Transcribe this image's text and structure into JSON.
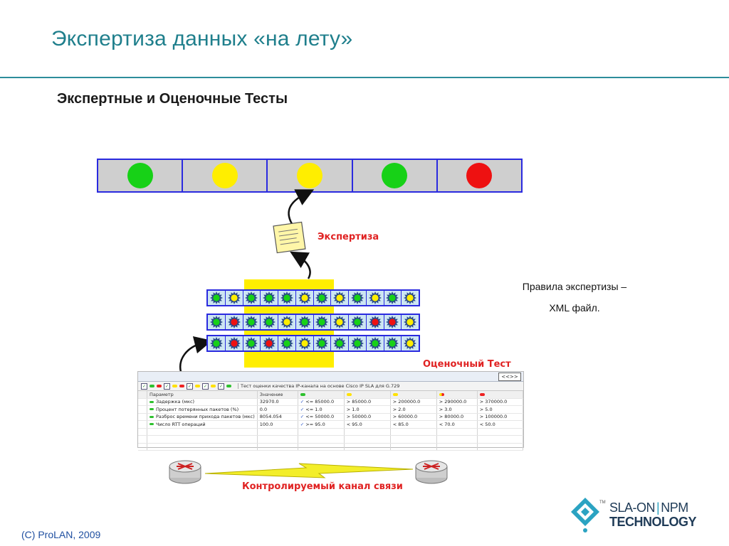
{
  "slide": {
    "title": "Экспертиза данных «на лету»",
    "subtitle": "Экспертные и Оценочные Тесты",
    "footer": "(C) ProLAN, 2009"
  },
  "diagram": {
    "traffic_lights": [
      "green",
      "yellow",
      "yellow",
      "green",
      "red"
    ],
    "expertise_label": "Экспертиза",
    "assessment_label": "Оценочный Тест",
    "channel_label": "Контролируемый канал связи",
    "matrix_rows": [
      [
        "green",
        "yellow",
        "green",
        "green",
        "green",
        "yellow",
        "green",
        "yellow",
        "green",
        "yellow",
        "green",
        "yellow"
      ],
      [
        "green",
        "red",
        "green",
        "green",
        "yellow",
        "green",
        "green",
        "yellow",
        "green",
        "red",
        "red",
        "yellow"
      ],
      [
        "green",
        "red",
        "green",
        "red",
        "green",
        "yellow",
        "green",
        "green",
        "green",
        "green",
        "green",
        "yellow"
      ]
    ]
  },
  "rules_note": {
    "line1": "Правила экспертизы  –",
    "line2": "XML файл."
  },
  "screenshot": {
    "scroll_label": "<<>>",
    "tab_title": "Тест оценки качества IP-канала на основе Cisco IP SLA для G.729",
    "columns": [
      "Параметр",
      "Значение",
      "",
      "",
      "",
      "",
      "",
      ""
    ],
    "column_colors": [
      "",
      "",
      "green",
      "yellow",
      "yellow",
      "yellow-red",
      "red",
      ""
    ],
    "rows": [
      {
        "param": "Задержка (мкс)",
        "value": "32970.0",
        "c1": "<= 85000.0",
        "c2": "> 85000.0",
        "c3": "> 200000.0",
        "c4": "> 290000.0",
        "c5": "> 370000.0"
      },
      {
        "param": "Процент потерянных пакетов (%)",
        "value": "0.0",
        "c1": "<= 1.0",
        "c2": "> 1.0",
        "c3": "> 2.0",
        "c4": "> 3.0",
        "c5": "> 5.0"
      },
      {
        "param": "Разброс времени прихода пакетов (мкс)",
        "value": "8054.054",
        "c1": "<= 50000.0",
        "c2": "> 50000.0",
        "c3": "> 60000.0",
        "c4": "> 80000.0",
        "c5": "> 100000.0"
      },
      {
        "param": "Число RTT операций",
        "value": "100.0",
        "c1": ">= 95.0",
        "c2": "< 95.0",
        "c3": "< 85.0",
        "c4": "< 70.0",
        "c5": "< 50.0"
      }
    ],
    "check_mark": "✓"
  },
  "brand": {
    "tm": "TM",
    "line1_left": "SLA-ON",
    "line1_sep": "|",
    "line1_right": "NPM",
    "line2": "TECHNOLOGY"
  },
  "colors": {
    "green": "#17d117",
    "yellow": "#ffee00",
    "red": "#ee1111",
    "teal": "#1f7f8c",
    "blue_border": "#2a2adf"
  }
}
